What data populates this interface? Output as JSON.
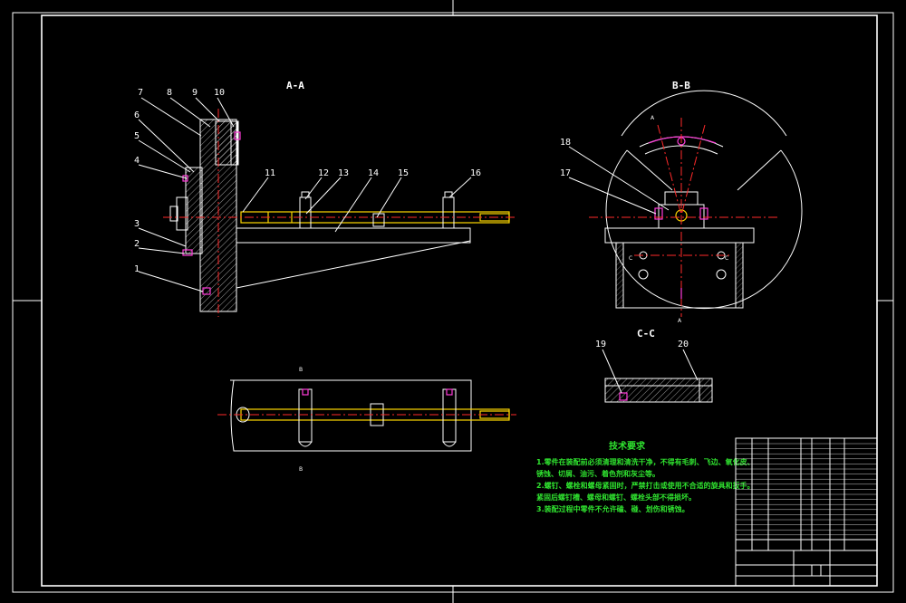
{
  "sections": {
    "aa": "A-A",
    "bb": "B-B",
    "cc": "C-C"
  },
  "view_marks": {
    "b_top": "B",
    "b_bottom": "B",
    "c_left": "C",
    "c_right": "C",
    "a_top": "A",
    "a_bottom": "A"
  },
  "part_numbers": [
    "1",
    "2",
    "3",
    "4",
    "5",
    "6",
    "7",
    "8",
    "9",
    "10",
    "11",
    "12",
    "13",
    "14",
    "15",
    "16",
    "17",
    "18",
    "19",
    "20"
  ],
  "tech": {
    "title": "技术要求",
    "lines": [
      "1.零件在装配前必须清理和清洗干净，不得有毛刺、飞边、氧化皮、",
      "锈蚀、切屑、油污、着色剂和灰尘等。",
      "2.螺钉、螺栓和螺母紧固时，严禁打击或使用不合适的旋具和扳手。",
      "紧固后螺钉槽、螺母和螺钉、螺栓头部不得损坏。",
      "3.装配过程中零件不允许磕、碰、划伤和锈蚀。"
    ]
  },
  "colors": {
    "background": "#000000",
    "outline": "#ffffff",
    "centerline": "#ff2a2a",
    "shaft": "#ffd800",
    "fastener": "#ff3bd8",
    "notes": "#2fe22f"
  }
}
